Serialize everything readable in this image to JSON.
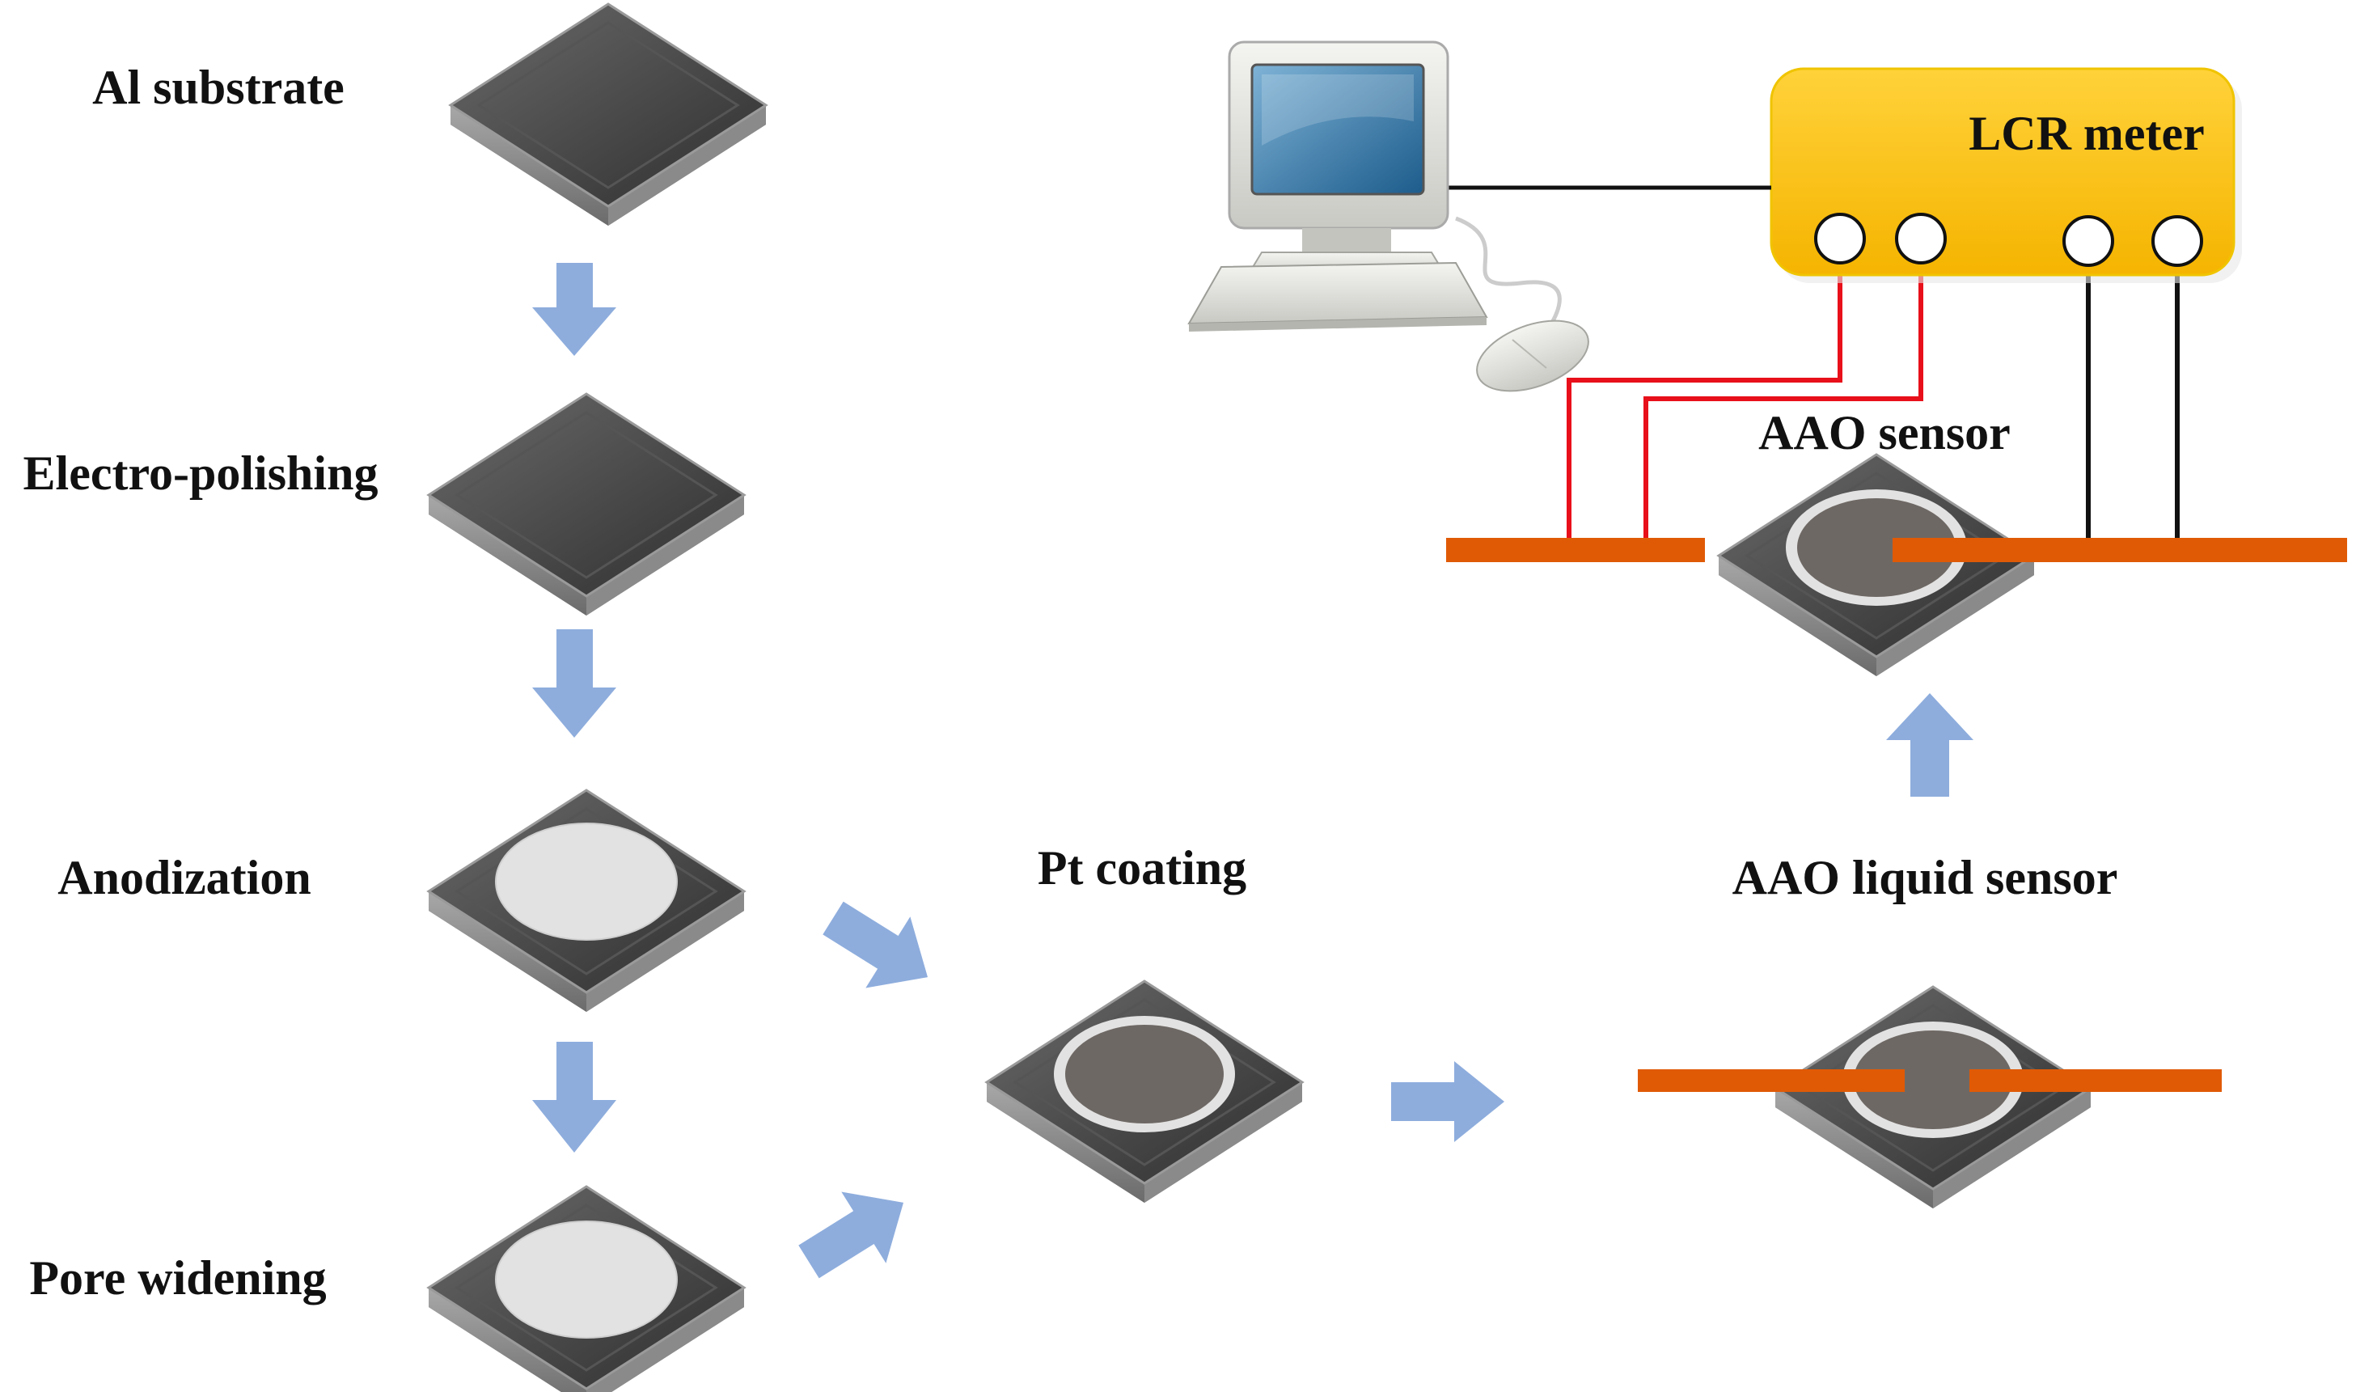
{
  "labels": {
    "al_substrate": "Al substrate",
    "electro_polishing": "Electro-polishing",
    "anodization": "Anodization",
    "pore_widening": "Pore widening",
    "pt_coating": "Pt coating",
    "aao_liquid_sensor": "AAO liquid sensor",
    "aao_sensor": "AAO sensor",
    "lcr_meter": "LCR meter"
  },
  "colors": {
    "arrow": "#8EADDD",
    "electrode": "#E05A06",
    "wire_red": "#E8101A",
    "wire_black": "#111111",
    "meter_body": "#FFC000",
    "substrate_dark": "#4A4A4A",
    "oxide_light": "#E2E2E2",
    "pt_layer": "#6E6864"
  },
  "icons": [
    "computer-monitor-icon",
    "keyboard-icon",
    "mouse-icon"
  ]
}
